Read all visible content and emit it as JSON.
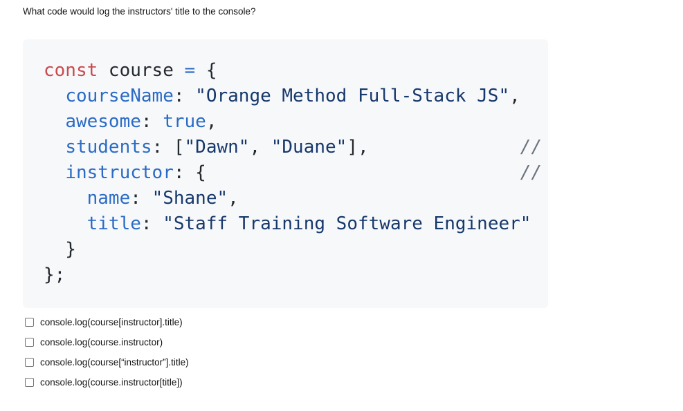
{
  "question": "What code would log the instructors' title to the console?",
  "code": {
    "language": "javascript",
    "lines": [
      [
        {
          "t": "const",
          "c": "kw"
        },
        {
          "t": " course "
        },
        {
          "t": "=",
          "c": "blue"
        },
        {
          "t": " {"
        }
      ],
      [
        {
          "t": "  "
        },
        {
          "t": "courseName",
          "c": "blue"
        },
        {
          "t": ": "
        },
        {
          "t": "\"Orange Method Full-Stack JS\"",
          "c": "str"
        },
        {
          "t": ","
        }
      ],
      [
        {
          "t": "  "
        },
        {
          "t": "awesome",
          "c": "blue"
        },
        {
          "t": ": "
        },
        {
          "t": "true",
          "c": "blue"
        },
        {
          "t": ","
        }
      ],
      [
        {
          "t": "  "
        },
        {
          "t": "students",
          "c": "blue"
        },
        {
          "t": ": ["
        },
        {
          "t": "\"Dawn\"",
          "c": "str"
        },
        {
          "t": ", "
        },
        {
          "t": "\"Duane\"",
          "c": "str"
        },
        {
          "t": "],"
        },
        {
          "t": "              "
        },
        {
          "t": "//",
          "c": "cmt"
        }
      ],
      [
        {
          "t": "  "
        },
        {
          "t": "instructor",
          "c": "blue"
        },
        {
          "t": ": {"
        },
        {
          "t": "                             "
        },
        {
          "t": "//",
          "c": "cmt"
        }
      ],
      [
        {
          "t": "    "
        },
        {
          "t": "name",
          "c": "blue"
        },
        {
          "t": ": "
        },
        {
          "t": "\"Shane\"",
          "c": "str"
        },
        {
          "t": ","
        }
      ],
      [
        {
          "t": "    "
        },
        {
          "t": "title",
          "c": "blue"
        },
        {
          "t": ": "
        },
        {
          "t": "\"Staff Training Software Engineer\"",
          "c": "str"
        }
      ],
      [
        {
          "t": "  }"
        }
      ],
      [
        {
          "t": "};"
        }
      ]
    ]
  },
  "options": [
    {
      "label": "console.log(course[instructor].title)",
      "checked": false
    },
    {
      "label": "console.log(course.instructor)",
      "checked": false
    },
    {
      "label": "console.log(course[“instructor”].title)",
      "checked": false
    },
    {
      "label": "console.log(course.instructor[title])",
      "checked": false
    }
  ],
  "colors": {
    "code_background": "#f6f8fa",
    "code_text": "#24292e",
    "keyword": "#ca4a4f",
    "identifier": "#2b6bc5",
    "string": "#17386b",
    "comment": "#6b737c"
  }
}
